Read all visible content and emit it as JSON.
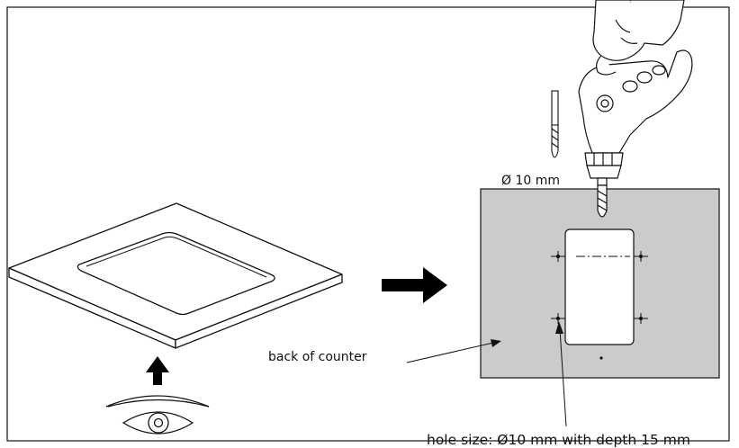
{
  "labels": {
    "drill_size": "Ø 10 mm",
    "back_of_counter": "back of counter",
    "hole_size": "hole size: Ø10 mm with depth 15 mm"
  },
  "colors": {
    "panel_fill": "#cbcbcb",
    "line": "#111111",
    "background": "#ffffff"
  },
  "icons": [
    "eye-icon",
    "up-arrow-icon",
    "right-arrow-icon",
    "drill-icon",
    "drill-bit-icon",
    "hand-icon"
  ]
}
